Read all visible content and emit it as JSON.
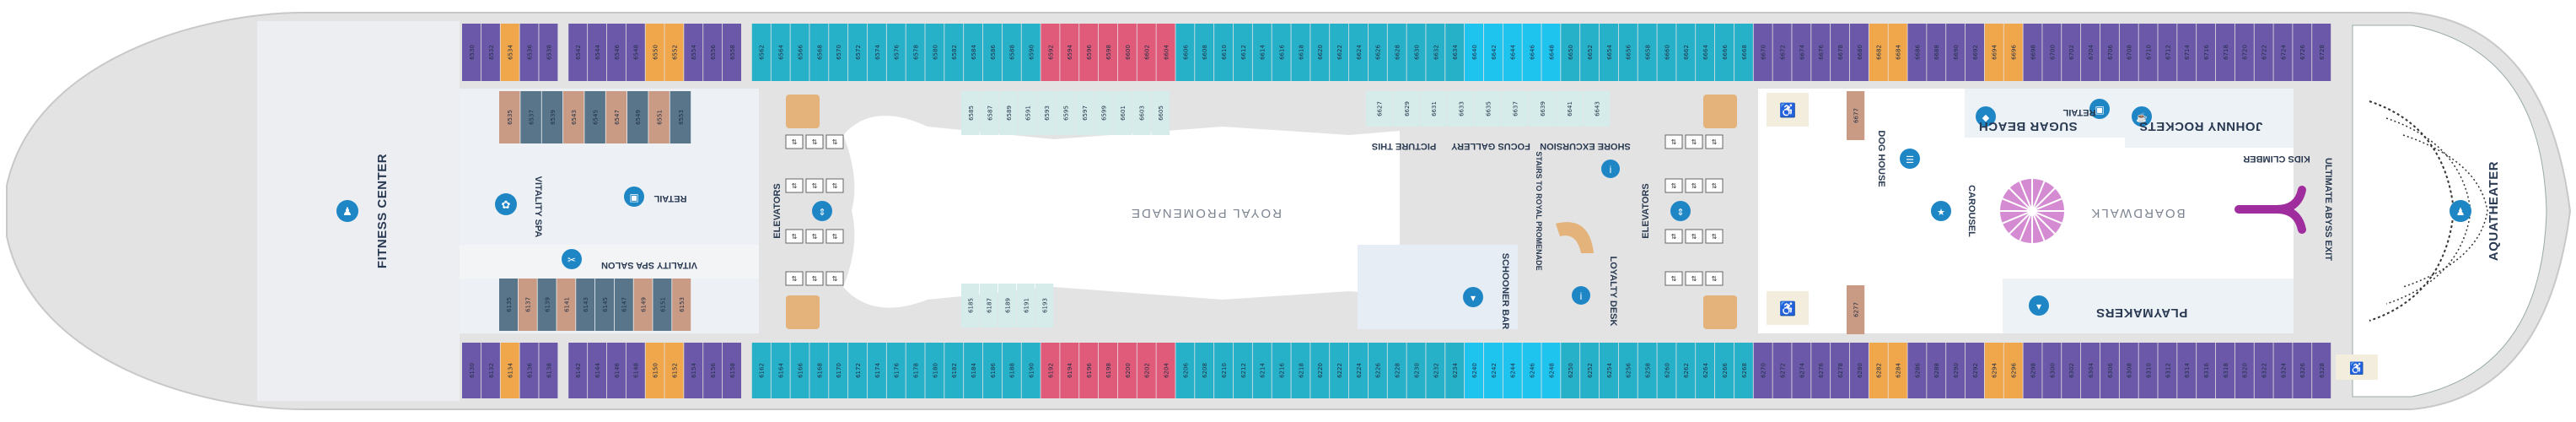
{
  "colors": {
    "purple": "#6c58a8",
    "orange": "#f0a64b",
    "teal": "#27b1c9",
    "pink": "#e05a79",
    "cyan": "#1fc4ee",
    "tan": "#c99a84",
    "slate": "#587589",
    "mint": "#d5eceb",
    "gold": "#e3b37b",
    "hull": "#e3e3e3",
    "icon_blue": "#1f86c6"
  },
  "labels": {
    "fitness_center": "FITNESS CENTER",
    "vitality_spa": "VITALITY SPA",
    "retail_left": "RETAIL",
    "vitality_spa_salon": "VITALITY SPA SALON",
    "elevators_left": "ELEVATORS",
    "royal_promenade": "ROYAL PROMENADE",
    "picture_this": "PICTURE THIS",
    "focus_gallery": "FOCUS GALLERY",
    "shore_excursion": "SHORE EXCURSION",
    "stairs_to_promenade": "STAIRS TO ROYAL PROMENADE",
    "schooner_bar": "SCHOONER BAR",
    "loyalty_desk": "LOYALTY DESK",
    "elevators_right": "ELEVATORS",
    "dog_house": "DOG HOUSE",
    "carousel": "CAROUSEL",
    "boardwalk": "BOARDWALK",
    "sugar_beach": "SUGAR BEACH",
    "retail_right": "RETAIL",
    "johnny_rockets": "JOHNNY ROCKETS",
    "playmakers": "PLAYMAKERS",
    "kids_climber": "KIDS CLIMBER",
    "ultimate_abyss_exit": "ULTIMATE ABYSS EXIT",
    "aquatheater": "AQUATHEATER"
  },
  "cabins": {
    "top_row": [
      {
        "num": "6530",
        "c": "purple"
      },
      {
        "num": "6532",
        "c": "purple"
      },
      {
        "num": "6534",
        "c": "orange"
      },
      {
        "num": "6536",
        "c": "purple"
      },
      {
        "num": "6538",
        "c": "purple"
      },
      {
        "num": "6542",
        "c": "purple"
      },
      {
        "num": "6544",
        "c": "purple"
      },
      {
        "num": "6546",
        "c": "purple"
      },
      {
        "num": "6548",
        "c": "purple"
      },
      {
        "num": "6550",
        "c": "orange"
      },
      {
        "num": "6552",
        "c": "orange"
      },
      {
        "num": "6554",
        "c": "purple"
      },
      {
        "num": "6556",
        "c": "purple"
      },
      {
        "num": "6558",
        "c": "purple"
      },
      {
        "num": "6562",
        "c": "teal"
      },
      {
        "num": "6564",
        "c": "teal"
      },
      {
        "num": "6566",
        "c": "teal"
      },
      {
        "num": "6568",
        "c": "teal"
      },
      {
        "num": "6570",
        "c": "teal"
      },
      {
        "num": "6572",
        "c": "teal"
      },
      {
        "num": "6574",
        "c": "teal"
      },
      {
        "num": "6576",
        "c": "teal"
      },
      {
        "num": "6578",
        "c": "teal"
      },
      {
        "num": "6580",
        "c": "teal"
      },
      {
        "num": "6582",
        "c": "teal"
      },
      {
        "num": "6584",
        "c": "teal"
      },
      {
        "num": "6586",
        "c": "teal"
      },
      {
        "num": "6588",
        "c": "teal"
      },
      {
        "num": "6590",
        "c": "teal"
      },
      {
        "num": "6592",
        "c": "pink"
      },
      {
        "num": "6594",
        "c": "pink"
      },
      {
        "num": "6596",
        "c": "pink"
      },
      {
        "num": "6598",
        "c": "pink"
      },
      {
        "num": "6600",
        "c": "pink"
      },
      {
        "num": "6602",
        "c": "pink"
      },
      {
        "num": "6604",
        "c": "pink"
      },
      {
        "num": "6606",
        "c": "teal"
      },
      {
        "num": "6608",
        "c": "teal"
      },
      {
        "num": "6610",
        "c": "teal"
      },
      {
        "num": "6612",
        "c": "teal"
      },
      {
        "num": "6614",
        "c": "teal"
      },
      {
        "num": "6616",
        "c": "teal"
      },
      {
        "num": "6618",
        "c": "teal"
      },
      {
        "num": "6620",
        "c": "teal"
      },
      {
        "num": "6622",
        "c": "teal"
      },
      {
        "num": "6624",
        "c": "teal"
      },
      {
        "num": "6626",
        "c": "teal"
      },
      {
        "num": "6628",
        "c": "teal"
      },
      {
        "num": "6630",
        "c": "teal"
      },
      {
        "num": "6632",
        "c": "teal"
      },
      {
        "num": "6634",
        "c": "teal"
      },
      {
        "num": "6640",
        "c": "cyan"
      },
      {
        "num": "6642",
        "c": "cyan"
      },
      {
        "num": "6644",
        "c": "cyan"
      },
      {
        "num": "6646",
        "c": "cyan"
      },
      {
        "num": "6648",
        "c": "cyan"
      },
      {
        "num": "6650",
        "c": "teal"
      },
      {
        "num": "6652",
        "c": "teal"
      },
      {
        "num": "6654",
        "c": "teal"
      },
      {
        "num": "6656",
        "c": "teal"
      },
      {
        "num": "6658",
        "c": "teal"
      },
      {
        "num": "6660",
        "c": "teal"
      },
      {
        "num": "6662",
        "c": "teal"
      },
      {
        "num": "6664",
        "c": "teal"
      },
      {
        "num": "6666",
        "c": "teal"
      },
      {
        "num": "6668",
        "c": "teal"
      },
      {
        "num": "6670",
        "c": "purple"
      },
      {
        "num": "6672",
        "c": "purple"
      },
      {
        "num": "6674",
        "c": "purple"
      },
      {
        "num": "6676",
        "c": "purple"
      },
      {
        "num": "6678",
        "c": "purple"
      },
      {
        "num": "6680",
        "c": "purple"
      },
      {
        "num": "6682",
        "c": "orange"
      },
      {
        "num": "6684",
        "c": "orange"
      },
      {
        "num": "6686",
        "c": "purple"
      },
      {
        "num": "6688",
        "c": "purple"
      },
      {
        "num": "6690",
        "c": "purple"
      },
      {
        "num": "6692",
        "c": "purple"
      },
      {
        "num": "6694",
        "c": "orange"
      },
      {
        "num": "6696",
        "c": "orange"
      },
      {
        "num": "6698",
        "c": "purple"
      },
      {
        "num": "6700",
        "c": "purple"
      },
      {
        "num": "6702",
        "c": "purple"
      },
      {
        "num": "6704",
        "c": "purple"
      },
      {
        "num": "6706",
        "c": "purple"
      },
      {
        "num": "6708",
        "c": "purple"
      },
      {
        "num": "6710",
        "c": "purple"
      },
      {
        "num": "6712",
        "c": "purple"
      },
      {
        "num": "6714",
        "c": "purple"
      },
      {
        "num": "6716",
        "c": "purple"
      },
      {
        "num": "6718",
        "c": "purple"
      },
      {
        "num": "6720",
        "c": "purple"
      },
      {
        "num": "6722",
        "c": "purple"
      },
      {
        "num": "6724",
        "c": "purple"
      },
      {
        "num": "6726",
        "c": "purple"
      },
      {
        "num": "6728",
        "c": "purple"
      }
    ],
    "bottom_row": [
      {
        "num": "6130",
        "c": "purple"
      },
      {
        "num": "6132",
        "c": "purple"
      },
      {
        "num": "6134",
        "c": "orange"
      },
      {
        "num": "6136",
        "c": "purple"
      },
      {
        "num": "6138",
        "c": "purple"
      },
      {
        "num": "6142",
        "c": "purple"
      },
      {
        "num": "6144",
        "c": "purple"
      },
      {
        "num": "6146",
        "c": "purple"
      },
      {
        "num": "6148",
        "c": "purple"
      },
      {
        "num": "6150",
        "c": "orange"
      },
      {
        "num": "6152",
        "c": "orange"
      },
      {
        "num": "6154",
        "c": "purple"
      },
      {
        "num": "6156",
        "c": "purple"
      },
      {
        "num": "6158",
        "c": "purple"
      },
      {
        "num": "6162",
        "c": "teal"
      },
      {
        "num": "6164",
        "c": "teal"
      },
      {
        "num": "6166",
        "c": "teal"
      },
      {
        "num": "6168",
        "c": "teal"
      },
      {
        "num": "6170",
        "c": "teal"
      },
      {
        "num": "6172",
        "c": "teal"
      },
      {
        "num": "6174",
        "c": "teal"
      },
      {
        "num": "6176",
        "c": "teal"
      },
      {
        "num": "6178",
        "c": "teal"
      },
      {
        "num": "6180",
        "c": "teal"
      },
      {
        "num": "6182",
        "c": "teal"
      },
      {
        "num": "6184",
        "c": "teal"
      },
      {
        "num": "6186",
        "c": "teal"
      },
      {
        "num": "6188",
        "c": "teal"
      },
      {
        "num": "6190",
        "c": "teal"
      },
      {
        "num": "6192",
        "c": "pink"
      },
      {
        "num": "6194",
        "c": "pink"
      },
      {
        "num": "6196",
        "c": "pink"
      },
      {
        "num": "6198",
        "c": "pink"
      },
      {
        "num": "6200",
        "c": "pink"
      },
      {
        "num": "6202",
        "c": "pink"
      },
      {
        "num": "6204",
        "c": "pink"
      },
      {
        "num": "6206",
        "c": "teal"
      },
      {
        "num": "6208",
        "c": "teal"
      },
      {
        "num": "6210",
        "c": "teal"
      },
      {
        "num": "6212",
        "c": "teal"
      },
      {
        "num": "6214",
        "c": "teal"
      },
      {
        "num": "6216",
        "c": "teal"
      },
      {
        "num": "6218",
        "c": "teal"
      },
      {
        "num": "6220",
        "c": "teal"
      },
      {
        "num": "6222",
        "c": "teal"
      },
      {
        "num": "6224",
        "c": "teal"
      },
      {
        "num": "6226",
        "c": "teal"
      },
      {
        "num": "6228",
        "c": "teal"
      },
      {
        "num": "6230",
        "c": "teal"
      },
      {
        "num": "6232",
        "c": "teal"
      },
      {
        "num": "6234",
        "c": "teal"
      },
      {
        "num": "6240",
        "c": "cyan"
      },
      {
        "num": "6242",
        "c": "cyan"
      },
      {
        "num": "6244",
        "c": "cyan"
      },
      {
        "num": "6246",
        "c": "cyan"
      },
      {
        "num": "6248",
        "c": "cyan"
      },
      {
        "num": "6250",
        "c": "teal"
      },
      {
        "num": "6252",
        "c": "teal"
      },
      {
        "num": "6254",
        "c": "teal"
      },
      {
        "num": "6256",
        "c": "teal"
      },
      {
        "num": "6258",
        "c": "teal"
      },
      {
        "num": "6260",
        "c": "teal"
      },
      {
        "num": "6262",
        "c": "teal"
      },
      {
        "num": "6264",
        "c": "teal"
      },
      {
        "num": "6266",
        "c": "teal"
      },
      {
        "num": "6268",
        "c": "teal"
      },
      {
        "num": "6270",
        "c": "purple"
      },
      {
        "num": "6272",
        "c": "purple"
      },
      {
        "num": "6274",
        "c": "purple"
      },
      {
        "num": "6276",
        "c": "purple"
      },
      {
        "num": "6278",
        "c": "purple"
      },
      {
        "num": "6280",
        "c": "purple"
      },
      {
        "num": "6282",
        "c": "orange"
      },
      {
        "num": "6284",
        "c": "orange"
      },
      {
        "num": "6286",
        "c": "purple"
      },
      {
        "num": "6288",
        "c": "purple"
      },
      {
        "num": "6290",
        "c": "purple"
      },
      {
        "num": "6292",
        "c": "purple"
      },
      {
        "num": "6294",
        "c": "orange"
      },
      {
        "num": "6296",
        "c": "orange"
      },
      {
        "num": "6298",
        "c": "purple"
      },
      {
        "num": "6300",
        "c": "purple"
      },
      {
        "num": "6302",
        "c": "purple"
      },
      {
        "num": "6304",
        "c": "purple"
      },
      {
        "num": "6306",
        "c": "purple"
      },
      {
        "num": "6308",
        "c": "purple"
      },
      {
        "num": "6310",
        "c": "purple"
      },
      {
        "num": "6312",
        "c": "purple"
      },
      {
        "num": "6314",
        "c": "purple"
      },
      {
        "num": "6316",
        "c": "purple"
      },
      {
        "num": "6318",
        "c": "purple"
      },
      {
        "num": "6320",
        "c": "purple"
      },
      {
        "num": "6322",
        "c": "purple"
      },
      {
        "num": "6324",
        "c": "purple"
      },
      {
        "num": "6326",
        "c": "purple"
      },
      {
        "num": "6328",
        "c": "purple"
      }
    ],
    "inner_top_left": [
      {
        "num": "6535",
        "c": "tan"
      },
      {
        "num": "6537",
        "c": "slate"
      },
      {
        "num": "6539",
        "c": "slate"
      },
      {
        "num": "6543",
        "c": "tan"
      },
      {
        "num": "6545",
        "c": "slate"
      },
      {
        "num": "6547",
        "c": "tan"
      },
      {
        "num": "6549",
        "c": "slate"
      },
      {
        "num": "6551",
        "c": "tan"
      },
      {
        "num": "6553",
        "c": "slate"
      }
    ],
    "inner_bottom_left": [
      {
        "num": "6135",
        "c": "slate"
      },
      {
        "num": "6137",
        "c": "tan"
      },
      {
        "num": "6139",
        "c": "slate"
      },
      {
        "num": "6141",
        "c": "tan"
      },
      {
        "num": "6143",
        "c": "slate"
      },
      {
        "num": "6145",
        "c": "slate"
      },
      {
        "num": "6147",
        "c": "slate"
      },
      {
        "num": "6149",
        "c": "tan"
      },
      {
        "num": "6151",
        "c": "slate"
      },
      {
        "num": "6153",
        "c": "tan"
      }
    ],
    "promenade_top": [
      {
        "num": "6585",
        "c": "mint"
      },
      {
        "num": "6587",
        "c": "mint"
      },
      {
        "num": "6589",
        "c": "mint"
      },
      {
        "num": "6591",
        "c": "mint"
      },
      {
        "num": "6593",
        "c": "mint"
      },
      {
        "num": "6595",
        "c": "mint"
      },
      {
        "num": "6597",
        "c": "mint"
      },
      {
        "num": "6599",
        "c": "mint"
      },
      {
        "num": "6601",
        "c": "mint"
      },
      {
        "num": "6603",
        "c": "mint"
      },
      {
        "num": "6605",
        "c": "mint"
      }
    ],
    "promenade_bottom": [
      {
        "num": "6185",
        "c": "mint"
      },
      {
        "num": "6187",
        "c": "mint"
      },
      {
        "num": "6189",
        "c": "mint"
      },
      {
        "num": "6191",
        "c": "mint"
      },
      {
        "num": "6193",
        "c": "mint"
      }
    ],
    "promenade_mid": [
      {
        "num": "6627",
        "c": "mint"
      },
      {
        "num": "6629",
        "c": "mint"
      },
      {
        "num": "6631",
        "c": "mint"
      },
      {
        "num": "6633",
        "c": "mint"
      },
      {
        "num": "6635",
        "c": "mint"
      },
      {
        "num": "6637",
        "c": "mint"
      },
      {
        "num": "6639",
        "c": "mint"
      },
      {
        "num": "6641",
        "c": "mint"
      },
      {
        "num": "6643",
        "c": "mint"
      }
    ],
    "boardwalk_top": [
      {
        "num": "6677",
        "c": "tan"
      }
    ],
    "boardwalk_bottom": [
      {
        "num": "6277",
        "c": "tan"
      }
    ]
  }
}
